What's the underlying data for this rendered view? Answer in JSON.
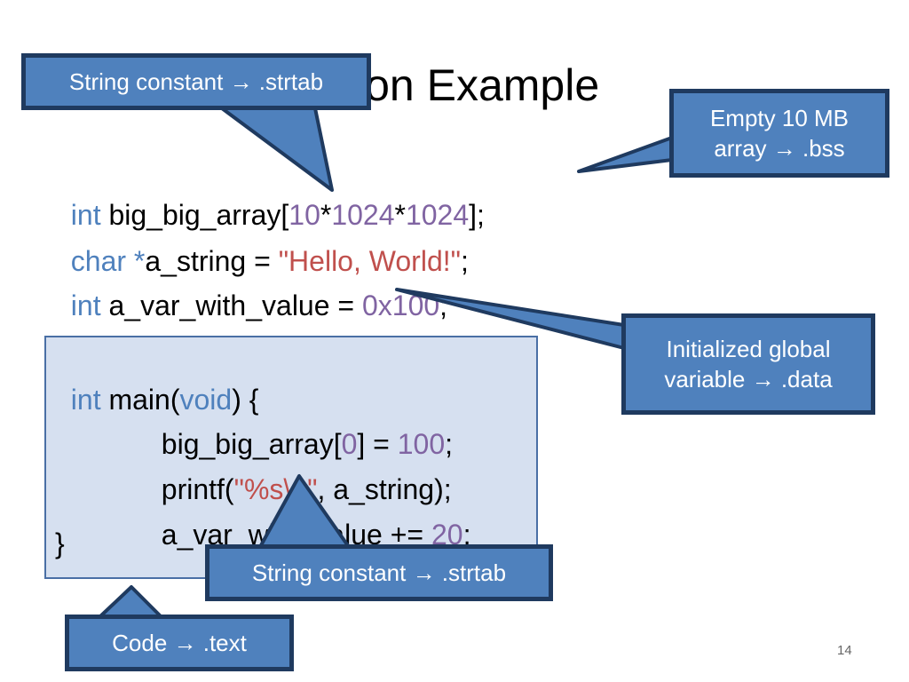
{
  "slide": {
    "title_visible": "ion Example",
    "page_number": "14"
  },
  "code_globals": [
    {
      "kw": "int",
      "rest": " big_big_array[",
      "n1": "10",
      "op1": "*",
      "n2": "1024",
      "op2": "*",
      "n3": "1024",
      "end": "];"
    },
    {
      "kw": "char *",
      "rest": "a_string = ",
      "str": "\"Hello, World!\"",
      "end": ";"
    },
    {
      "kw": "int",
      "rest": " a_var_with_value = ",
      "num": "0x100",
      "end": ";"
    }
  ],
  "code_main": {
    "line1": {
      "kw": "int",
      "rest": " main(",
      "kw2": "void",
      "end": ") {"
    },
    "line2": {
      "pre": "big_big_array[",
      "num": "0",
      "mid": "] = ",
      "num2": "100",
      "end": ";"
    },
    "line3": {
      "pre": "printf(",
      "str": "\"%s\\n\"",
      "end": ", a_string);"
    },
    "line4": {
      "pre": "a_var_with_value += ",
      "num": "20",
      "end": ";"
    },
    "line5": "}"
  },
  "callouts": {
    "strtab_top": "String constant → .strtab",
    "bss": "Empty 10 MB\narray → .bss",
    "data": "Initialized global\nvariable → .data",
    "strtab_bottom": "String constant → .strtab",
    "text": "Code → .text"
  },
  "colors": {
    "keyword": "#4f81bd",
    "number": "#8064a2",
    "string": "#c0504d",
    "callout_fill": "#4f81bd",
    "callout_border": "#1f3a5f",
    "codebox_fill": "#d6e0f0"
  }
}
